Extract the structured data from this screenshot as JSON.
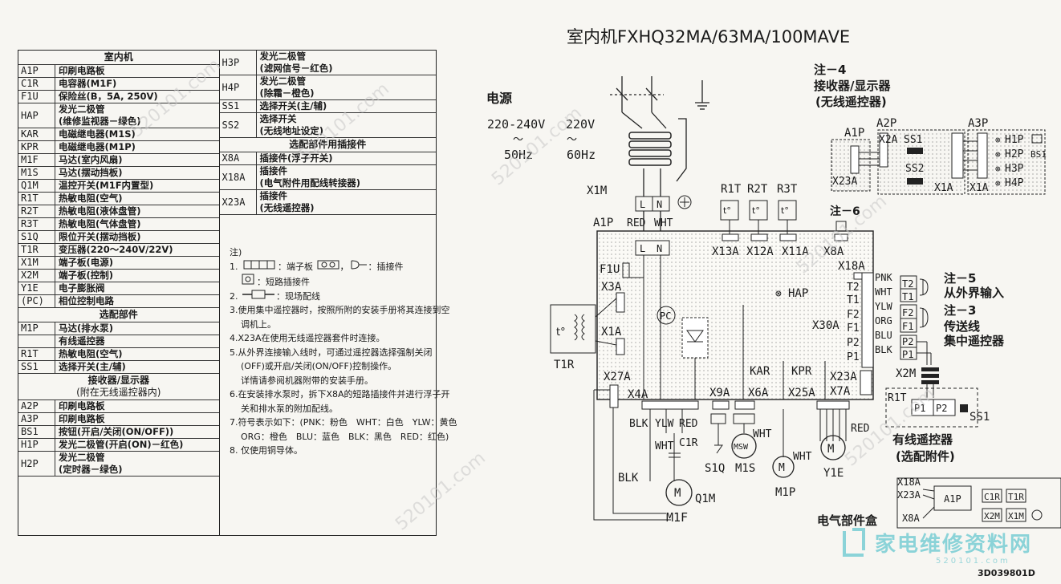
{
  "title": "室内机FXHQ32MA/63MA/100MAVE",
  "legend_left": [
    {
      "type": "head",
      "desc": "室内机"
    },
    {
      "code": "A1P",
      "desc": "印刷电路板"
    },
    {
      "code": "C1R",
      "desc": "电容器(M1F)"
    },
    {
      "code": "F1U",
      "desc": "保险丝(B，5A, 250V)"
    },
    {
      "code": "HAP",
      "desc": "发光二极管",
      "sub": "(维修监视器－绿色)"
    },
    {
      "code": "KAR",
      "desc": "电磁继电器(M1S)"
    },
    {
      "code": "KPR",
      "desc": "电磁继电器(M1P)"
    },
    {
      "code": "M1F",
      "desc": "马达(室内风扇)"
    },
    {
      "code": "M1S",
      "desc": "马达(摆动挡板)"
    },
    {
      "code": "Q1M",
      "desc": "温控开关(M1F内置型)"
    },
    {
      "code": "R1T",
      "desc": "热敏电阻(空气)"
    },
    {
      "code": "R2T",
      "desc": "热敏电阻(液体盘管)"
    },
    {
      "code": "R3T",
      "desc": "热敏电阻(气体盘管)"
    },
    {
      "code": "S1Q",
      "desc": "限位开关(摆动挡板)"
    },
    {
      "code": "T1R",
      "desc": "变压器(220～240V/22V)"
    },
    {
      "code": "X1M",
      "desc": "端子板(电源)"
    },
    {
      "code": "X2M",
      "desc": "端子板(控制)"
    },
    {
      "code": "Y1E",
      "desc": "电子膨胀阀"
    },
    {
      "code": "(PC)",
      "desc": "相位控制电路"
    },
    {
      "type": "head",
      "desc": "选配部件"
    },
    {
      "code": "M1P",
      "desc": "马达(排水泵)"
    },
    {
      "code": "",
      "desc": "有线遥控器"
    },
    {
      "code": "R1T",
      "desc": "热敏电阻(空气)"
    },
    {
      "code": "SS1",
      "desc": "选择开关(主/辅)"
    },
    {
      "type": "head",
      "desc": "接收器/显示器",
      "sub": "(附在无线遥控器内)"
    },
    {
      "code": "A2P",
      "desc": "印刷电路板"
    },
    {
      "code": "A3P",
      "desc": "印刷电路板"
    },
    {
      "code": "BS1",
      "desc": "按钮(开启/关闭(ON/OFF))"
    },
    {
      "code": "H1P",
      "desc": "发光二极管(开启(ON)－红色)"
    },
    {
      "code": "H2P",
      "desc": "发光二极管",
      "sub": "(定时器－绿色)"
    }
  ],
  "legend_right": [
    {
      "code": "H3P",
      "desc": "发光二极管",
      "sub": "(滤网信号－红色)"
    },
    {
      "code": "H4P",
      "desc": "发光二极管",
      "sub": "(除霜－橙色)"
    },
    {
      "code": "SS1",
      "desc": "选择开关(主/辅)"
    },
    {
      "code": "SS2",
      "desc": "选择开关",
      "sub": "(无线地址设定)"
    },
    {
      "type": "head",
      "desc": "选配部件用插接件"
    },
    {
      "code": "X8A",
      "desc": "插接件(浮子开关)"
    },
    {
      "code": "X18A",
      "desc": "插接件",
      "sub": "(电气附件用配线转接器)"
    },
    {
      "code": "X23A",
      "desc": "插接件",
      "sub": "(无线遥控器)"
    }
  ],
  "notes": {
    "title": "注)",
    "n1a": "1.",
    "n1b": "：端子板",
    "n1c": "，",
    "n1d": "：插接件",
    "n1e": "：短路插接件",
    "n2": "2.",
    "n2b": "：现场配线",
    "n3a": "3.使用集中遥控器时，按照所附的安装手册将其连接到空",
    "n3b": "调机上。",
    "n4": "4.X23A在使用无线遥控器套件时连接。",
    "n5a": "5.从外界连接输入线时，可通过遥控器选择强制关闭",
    "n5b": "(OFF)或开启/关闭(ON/OFF)控制操作。",
    "n5c": "详情请参阅机器附带的安装手册。",
    "n6a": "6.在安装排水泵时，拆下X8A的短路插接件并进行浮子开",
    "n6b": "关和排水泵的附加配线。",
    "n7a": "7.符号表示如下：(PNK：粉色　WHT：白色　YLW：黄色",
    "n7b": "ORG：橙色　BLU：蓝色　BLK：黑色　RED：红色)",
    "n8": "8. 仅使用铜导体。"
  },
  "diagram": {
    "power_label": "电源",
    "power_v1": "220-240V",
    "power_v2": "220V",
    "power_hz1": "50Hz",
    "power_hz2": "60Hz",
    "tilde": "～",
    "x1m": "X1M",
    "L": "L",
    "N": "N",
    "a1p": "A1P",
    "red": "RED",
    "wht": "WHT",
    "f1u": "F1U",
    "x3a": "X3A",
    "x1a": "X1A",
    "t1r": "T1R",
    "x27a": "X27A",
    "x4a": "X4A",
    "pc": "PC",
    "r1t": "R1T",
    "r2t": "R2T",
    "r3t": "R3T",
    "x13a": "X13A",
    "x12a": "X12A",
    "x11a": "X11A",
    "x8a": "X8A",
    "x18a": "X18A",
    "hap": "HAP",
    "x30a": "X30A",
    "pnk": "PNK",
    "ylw": "YLW",
    "org": "ORG",
    "blu": "BLU",
    "blk": "BLK",
    "t2": "T2",
    "t1": "T1",
    "f2": "F2",
    "f1": "F1",
    "p2": "P2",
    "p1": "P1",
    "x23a": "X23A",
    "x7a": "X7A",
    "x9a": "X9A",
    "x6a": "X6A",
    "x25a": "X25A",
    "kar": "KAR",
    "kpr": "KPR",
    "c1r": "C1R",
    "s1q": "S1Q",
    "m1s": "M1S",
    "msw": "MSW",
    "m1p": "M1P",
    "y1e": "Y1E",
    "m1f": "M1F",
    "q1m": "Q1M",
    "M": "M",
    "x2m": "X2M",
    "ss1": "SS1",
    "note4": "注－4",
    "note4a": "接收器/显示器",
    "note4b": "(无线遥控器)",
    "note5": "注－5",
    "note5a": "从外界输入",
    "note3": "注－3",
    "note3a": "传送线",
    "note3b": "集中遥控器",
    "note6": "注－6",
    "a2p": "A2P",
    "a3p": "A3P",
    "x2a": "X2A",
    "ss2": "SS2",
    "h1p": "H1P",
    "h2p": "H2P",
    "h3p": "H3P",
    "h4p": "H4P",
    "bs1": "BS1",
    "wired_remote": "有线遥控器",
    "wired_remote_sub": "(选配附件)",
    "box_label": "电气部件盒",
    "c1r_box": "C1R",
    "t1r_box": "T1R",
    "x2m_box": "X2M",
    "x1m_box": "X1M"
  },
  "watermark": "520101.com",
  "logo_text": "家电维修资料网",
  "logo_url": "520101.com",
  "drawing_code": "3D039801D"
}
